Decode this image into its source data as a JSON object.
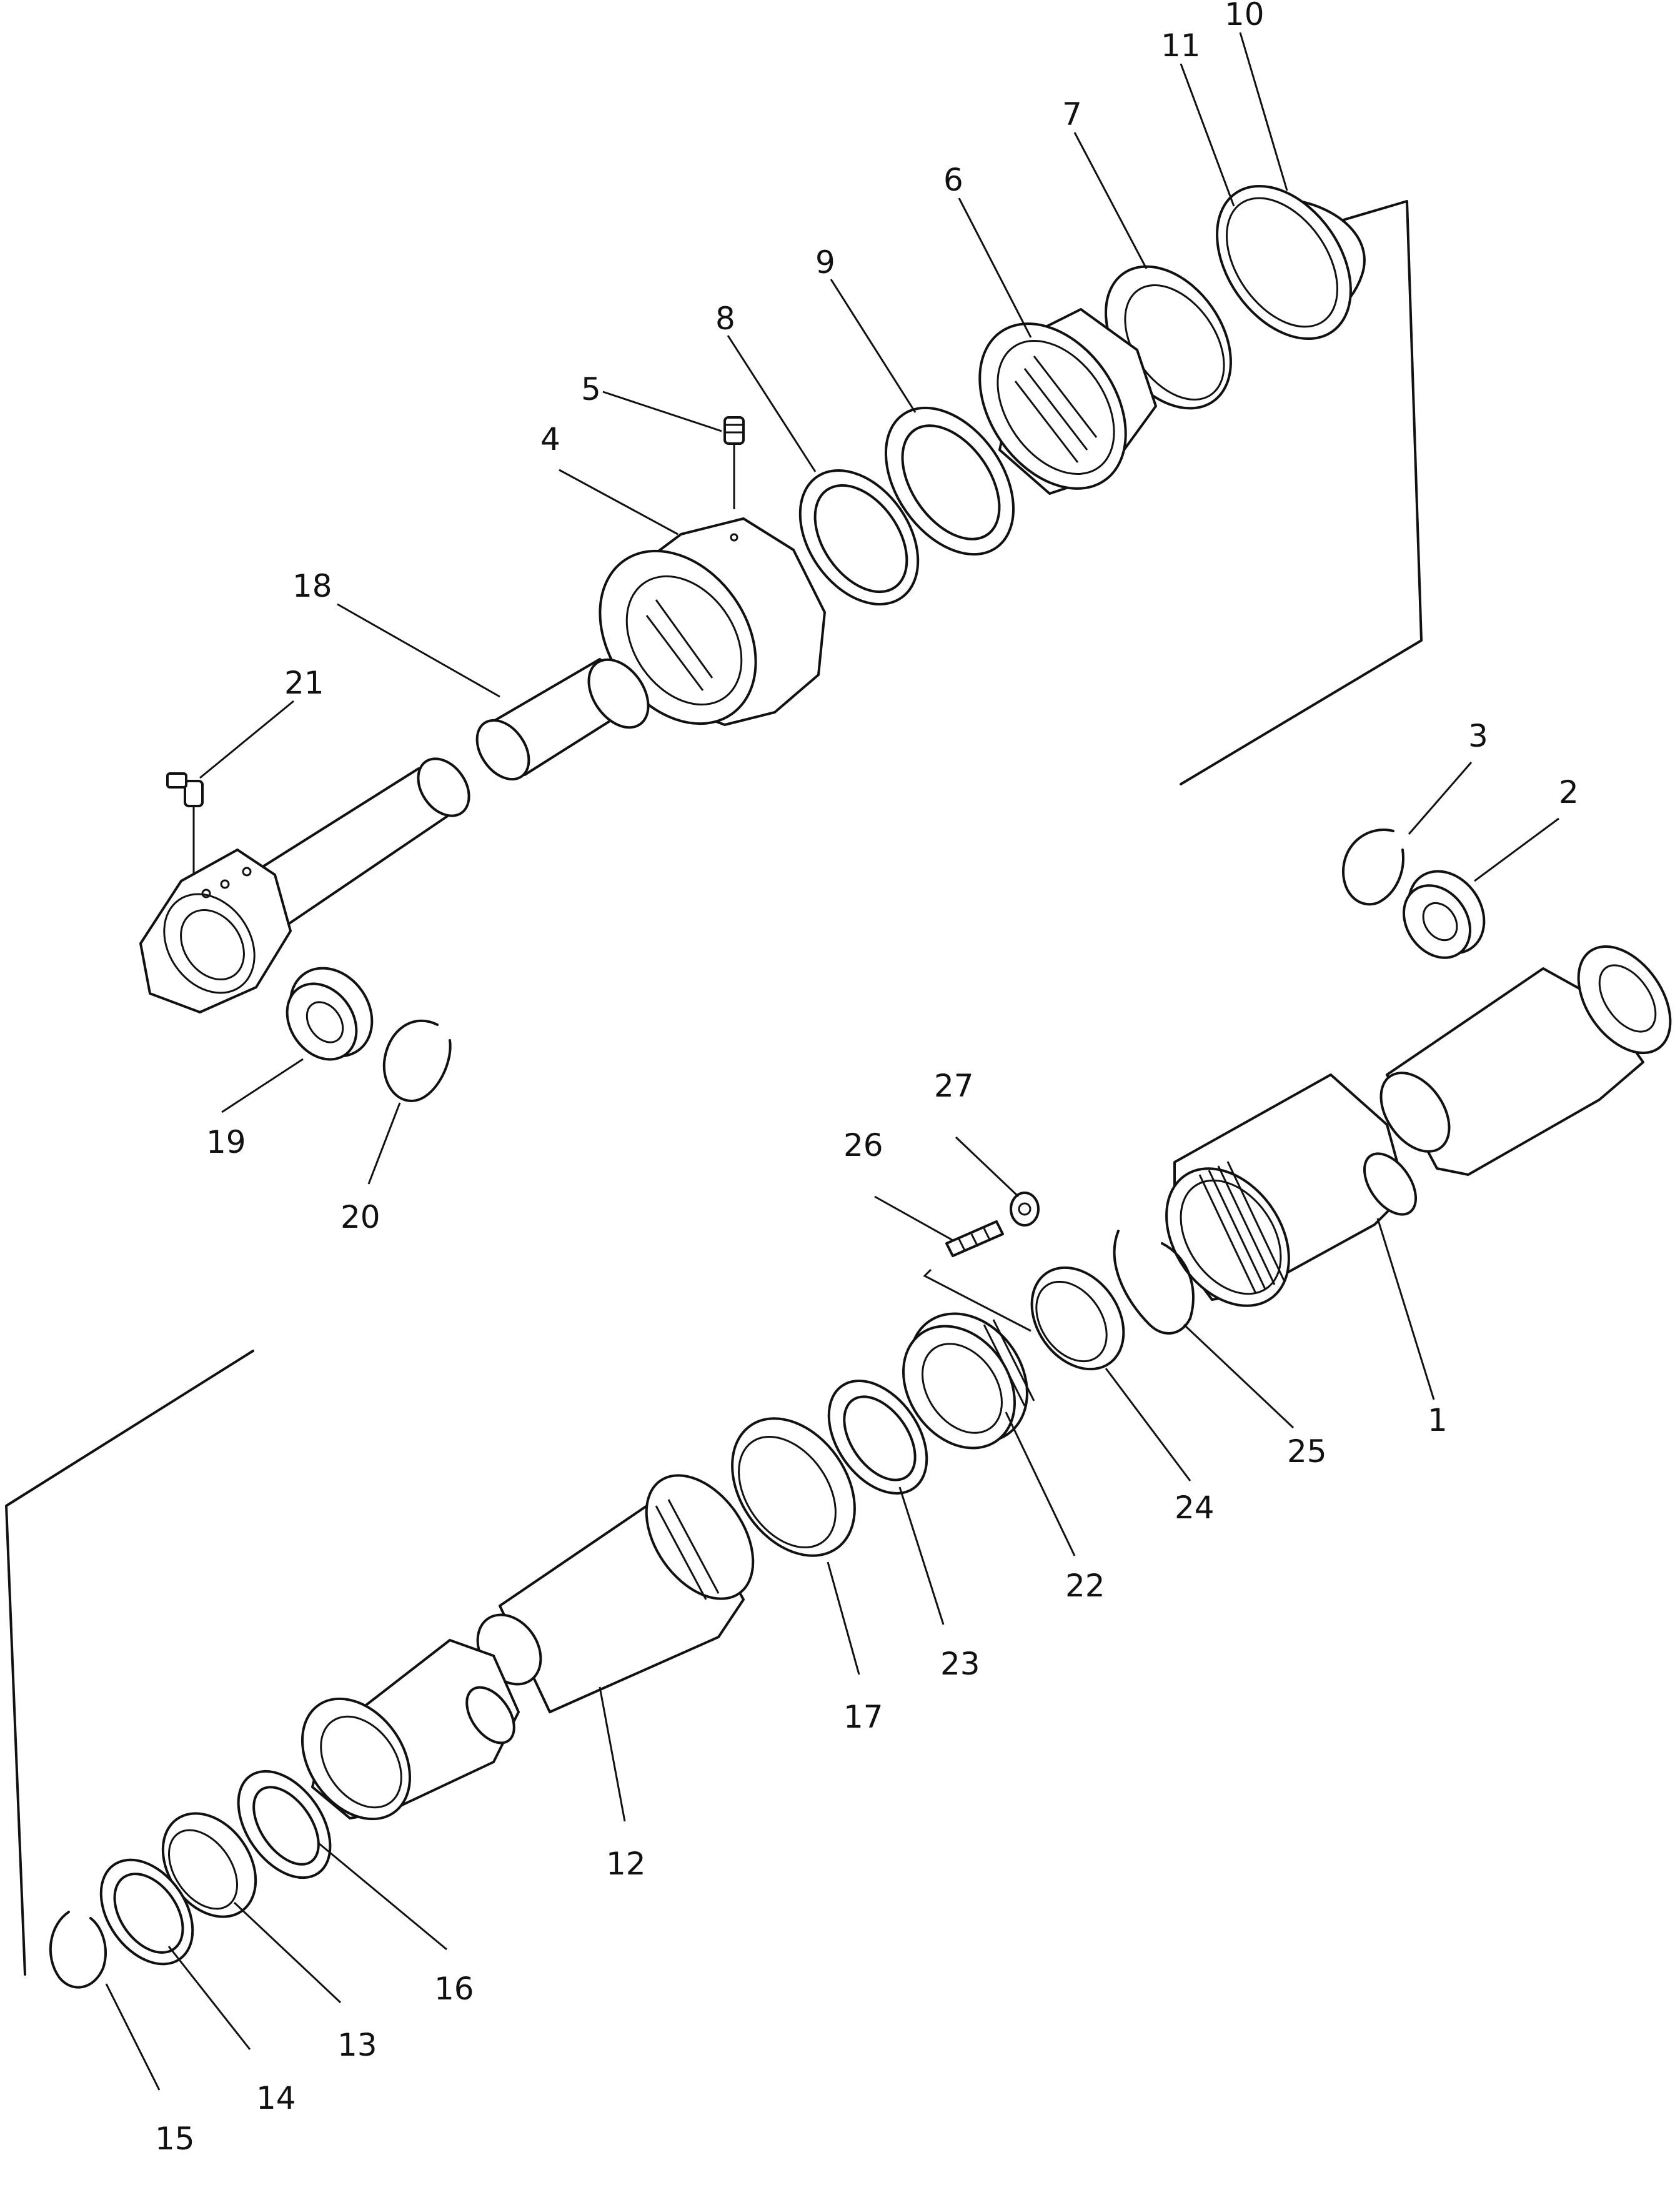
{
  "diagram": {
    "parts": [
      {
        "id": "p1",
        "callout": "1"
      },
      {
        "id": "p2",
        "callout": "2"
      },
      {
        "id": "p3",
        "callout": "3"
      },
      {
        "id": "p4",
        "callout": "4"
      },
      {
        "id": "p5",
        "callout": "5"
      },
      {
        "id": "p6",
        "callout": "6"
      },
      {
        "id": "p7",
        "callout": "7"
      },
      {
        "id": "p8",
        "callout": "8"
      },
      {
        "id": "p9",
        "callout": "9"
      },
      {
        "id": "p10",
        "callout": "10"
      },
      {
        "id": "p11",
        "callout": "11"
      },
      {
        "id": "p12",
        "callout": "12"
      },
      {
        "id": "p13",
        "callout": "13"
      },
      {
        "id": "p14",
        "callout": "14"
      },
      {
        "id": "p15",
        "callout": "15"
      },
      {
        "id": "p16",
        "callout": "16"
      },
      {
        "id": "p17",
        "callout": "17"
      },
      {
        "id": "p18",
        "callout": "18"
      },
      {
        "id": "p19",
        "callout": "19"
      },
      {
        "id": "p20",
        "callout": "20"
      },
      {
        "id": "p21",
        "callout": "21"
      },
      {
        "id": "p22",
        "callout": "22"
      },
      {
        "id": "p23",
        "callout": "23"
      },
      {
        "id": "p24",
        "callout": "24"
      },
      {
        "id": "p25",
        "callout": "25"
      },
      {
        "id": "p26",
        "callout": "26"
      },
      {
        "id": "p27",
        "callout": "27"
      }
    ]
  }
}
